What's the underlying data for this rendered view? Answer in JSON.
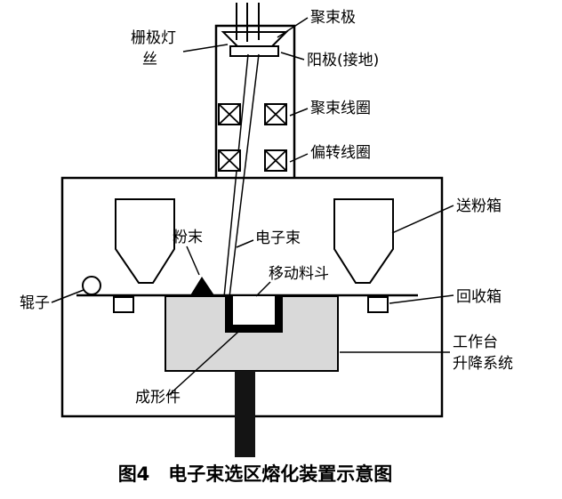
{
  "figure": {
    "caption": "图4　电子束选区熔化装置示意图"
  },
  "colors": {
    "line": "#000000",
    "table_fill": "#d9d9d9",
    "support_column_fill": "#141414"
  },
  "labels": {
    "focusing_electrode": "聚束极",
    "grid_filament_line1": "栅极灯",
    "grid_filament_line2": "丝",
    "anode": "阳极(接地)",
    "focusing_coil": "聚束线圈",
    "deflection_coil": "偏转线圈",
    "powder_feed_box": "送粉箱",
    "powder": "粉末",
    "electron_beam": "电子束",
    "moving_hopper": "移动料斗",
    "roller": "辊子",
    "recovery_box": "回收箱",
    "worktable_line1": "工作台",
    "worktable_line2": "升降系统",
    "formed_part": "成形件"
  }
}
